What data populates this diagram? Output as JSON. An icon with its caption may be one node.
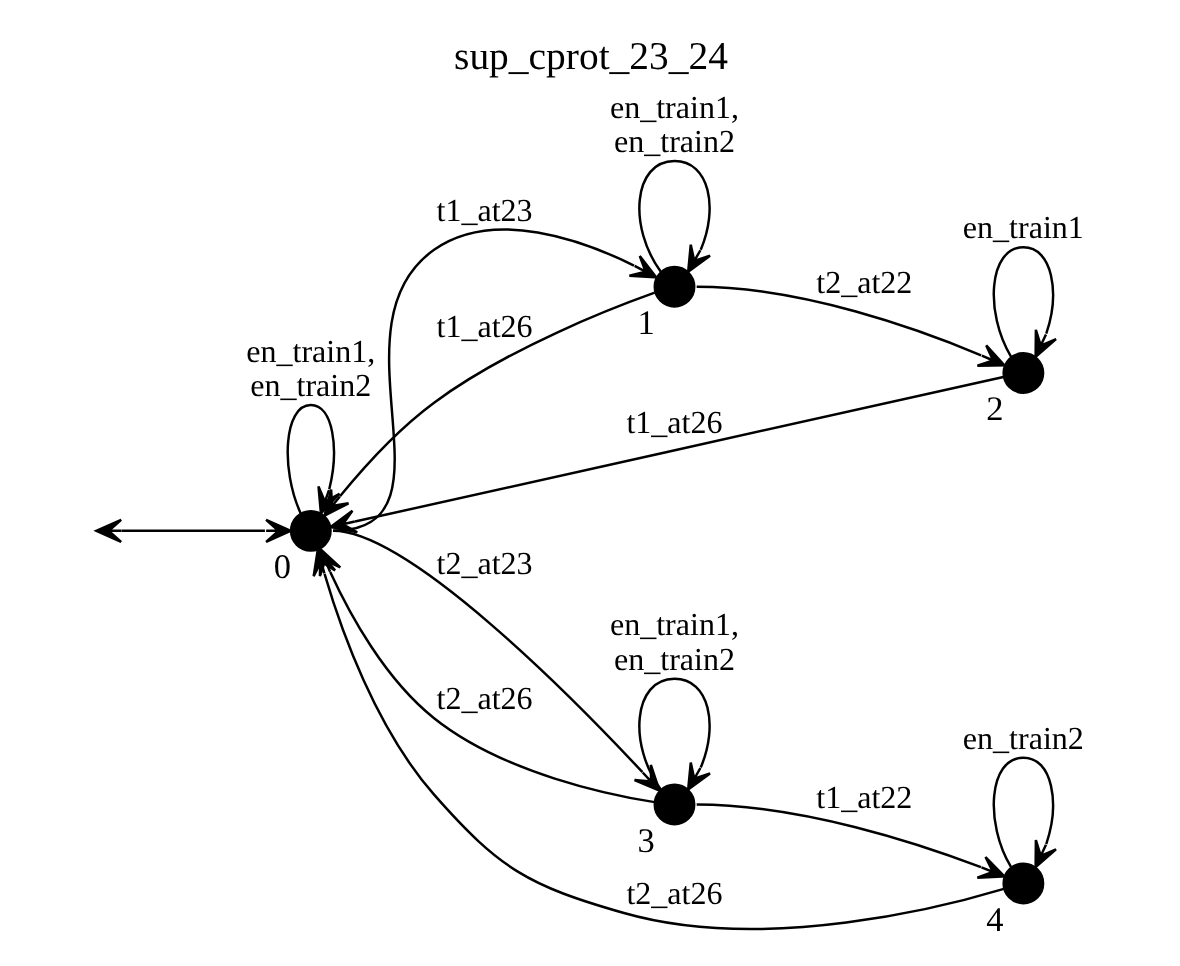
{
  "diagram": {
    "title": "sup_cprot_23_24",
    "nodes": [
      {
        "text": [],
        "shape": "circle",
        "beside": [
          "0"
        ]
      },
      {
        "text": [],
        "shape": "circle",
        "beside": [
          "1"
        ]
      },
      {
        "text": [],
        "shape": "circle",
        "beside": [
          "2"
        ]
      },
      {
        "text": [],
        "shape": "circle",
        "beside": [
          "3"
        ]
      },
      {
        "text": [],
        "shape": "circle",
        "beside": [
          "4"
        ]
      }
    ],
    "edges": [
      {
        "from": null,
        "to": 0,
        "arrow": "both"
      },
      {
        "from": 0,
        "to": 0,
        "arrow": "to",
        "label": "en_train1, en_train2"
      },
      {
        "from": 0,
        "to": 1,
        "arrow": "to",
        "label": "t1_at23"
      },
      {
        "from": 1,
        "to": 1,
        "arrow": "to",
        "label": "en_train1, en_train2"
      },
      {
        "from": 1,
        "to": 2,
        "arrow": "to",
        "label": "t2_at22"
      },
      {
        "from": 2,
        "to": 2,
        "arrow": "to",
        "label": "en_train1"
      },
      {
        "from": 1,
        "to": 0,
        "arrow": "to",
        "label": "t1_at26"
      },
      {
        "from": 2,
        "to": 0,
        "arrow": "to",
        "label": "t1_at26"
      },
      {
        "from": 0,
        "to": 3,
        "arrow": "to",
        "label": "t2_at23"
      },
      {
        "from": 3,
        "to": 3,
        "arrow": "to",
        "label": "en_train1, en_train2"
      },
      {
        "from": 3,
        "to": 4,
        "arrow": "to",
        "label": "t1_at22"
      },
      {
        "from": 4,
        "to": 4,
        "arrow": "to",
        "label": "en_train2"
      },
      {
        "from": 3,
        "to": 0,
        "arrow": "to",
        "label": "t2_at26"
      },
      {
        "from": 4,
        "to": 0,
        "arrow": "to",
        "label": "t2_at26"
      }
    ]
  }
}
